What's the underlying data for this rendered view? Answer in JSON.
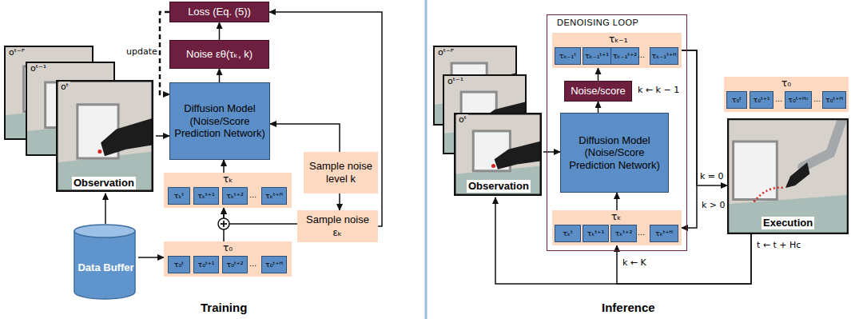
{
  "diagram": {
    "nodes": [
      {
        "text": [
          "Loss (Eq. (5))"
        ]
      },
      {
        "text": [
          "Noise εθ(τₖ, k)"
        ]
      },
      {
        "text": [
          "Diffusion Model (Noise/Score Prediction Network)"
        ]
      },
      {
        "text": [
          "oᵗ⁻ᴾ",
          "oᵗ⁻¹",
          "oᵗ",
          "Observation"
        ]
      },
      {
        "text": [
          "Sample noise level k"
        ]
      },
      {
        "text": [
          "τₖ",
          "..."
        ]
      },
      {
        "text": [
          "τₖᵗ"
        ],
        "in": 5
      },
      {
        "text": [
          "τₖᵗ⁺¹"
        ],
        "in": 5
      },
      {
        "text": [
          "τₖᵗ⁺²"
        ],
        "in": 5
      },
      {
        "text": [
          "τₖᵗ⁺ᴴ"
        ],
        "in": 5
      },
      {
        "text": [
          "Sample noise εₖ"
        ]
      },
      {
        "text": [
          "τ₀",
          "..."
        ]
      },
      {
        "text": [
          "τ₀ᵗ"
        ],
        "in": 11
      },
      {
        "text": [
          "τ₀ᵗ⁺¹"
        ],
        "in": 11
      },
      {
        "text": [
          "τ₀ᵗ⁺²"
        ],
        "in": 11
      },
      {
        "text": [
          "τ₀ᵗ⁺ᴴ"
        ],
        "in": 11
      },
      {
        "text": [
          "Data Buffer"
        ]
      },
      {
        "text": [
          "oᵗ⁻ᴾ",
          "oᵗ⁻¹",
          "oᵗ",
          "Observation"
        ]
      },
      {
        "text": [
          "DENOISING LOOP"
        ]
      },
      {
        "text": [
          "τₖ₋₁",
          "..."
        ],
        "in": 18
      },
      {
        "text": [
          "τₖ₋₁ᵗ"
        ],
        "in": 19
      },
      {
        "text": [
          "τₖ₋₁ᵗ⁺¹"
        ],
        "in": 19
      },
      {
        "text": [
          "τₖ₋₁ᵗ⁺²"
        ],
        "in": 19
      },
      {
        "text": [
          "τₖ₋₁ᵗ⁺ᴴ"
        ],
        "in": 19
      },
      {
        "text": [
          "Noise/score"
        ],
        "in": 18
      },
      {
        "text": [
          "Diffusion Model (Noise/Score Prediction Network)"
        ],
        "in": 18
      },
      {
        "text": [
          "τₖ",
          "..."
        ],
        "in": 18
      },
      {
        "text": [
          "τₖᵗ"
        ],
        "in": 26
      },
      {
        "text": [
          "τₖᵗ⁺¹"
        ],
        "in": 26
      },
      {
        "text": [
          "τₖᵗ⁺²"
        ],
        "in": 26
      },
      {
        "text": [
          "τₖᵗ⁺ᴴ"
        ],
        "in": 26
      },
      {
        "text": [
          "τ₀",
          "...",
          "..."
        ]
      },
      {
        "text": [
          "τ₀ᵗ"
        ],
        "in": 31
      },
      {
        "text": [
          "τ₀ᵗ⁺¹"
        ],
        "in": 31
      },
      {
        "text": [
          "τ₀ᵗ⁺ᴴᶜ"
        ],
        "in": 31
      },
      {
        "text": [
          "τ₀ᵗ⁺ᴴ"
        ],
        "in": 31
      },
      {
        "text": [
          "Execution"
        ]
      }
    ],
    "edges": [
      {
        "from": 1,
        "to": 0,
        "arrow": "to"
      },
      {
        "from": 2,
        "to": 1,
        "arrow": "to"
      },
      {
        "from": 3,
        "to": 2,
        "arrow": "to"
      },
      {
        "from": 5,
        "to": 2,
        "arrow": "to"
      },
      {
        "from": 11,
        "to": 5,
        "arrow": "to"
      },
      {
        "from": 10,
        "to": 5,
        "arrow": "to"
      },
      {
        "from": 4,
        "to": 2,
        "arrow": "to"
      },
      {
        "from": 4,
        "to": 10,
        "arrow": "to"
      },
      {
        "from": 10,
        "to": 0,
        "arrow": "to"
      },
      {
        "from": 0,
        "to": 2,
        "label": "update",
        "arrow": "to"
      },
      {
        "from": 16,
        "to": 3,
        "arrow": "to"
      },
      {
        "from": 16,
        "to": 11,
        "arrow": "to"
      },
      {
        "from": 17,
        "to": 25,
        "arrow": "to"
      },
      {
        "from": 26,
        "to": 25,
        "arrow": "to"
      },
      {
        "from": 25,
        "to": 24,
        "arrow": "to"
      },
      {
        "from": 24,
        "to": 19,
        "arrow": "to"
      },
      {
        "from": 19,
        "to": 36,
        "label": "k = 0",
        "arrow": "to"
      },
      {
        "from": 19,
        "to": 26,
        "label": "k > 0",
        "arrow": "to"
      },
      {
        "from": 36,
        "to": 17,
        "label": "t ← t + Hc",
        "arrow": "to"
      },
      {
        "from": 36,
        "to": 26,
        "label": "k ← K",
        "arrow": "to"
      }
    ],
    "labels": [
      "k ← k − 1",
      "Training",
      "Inference"
    ]
  }
}
